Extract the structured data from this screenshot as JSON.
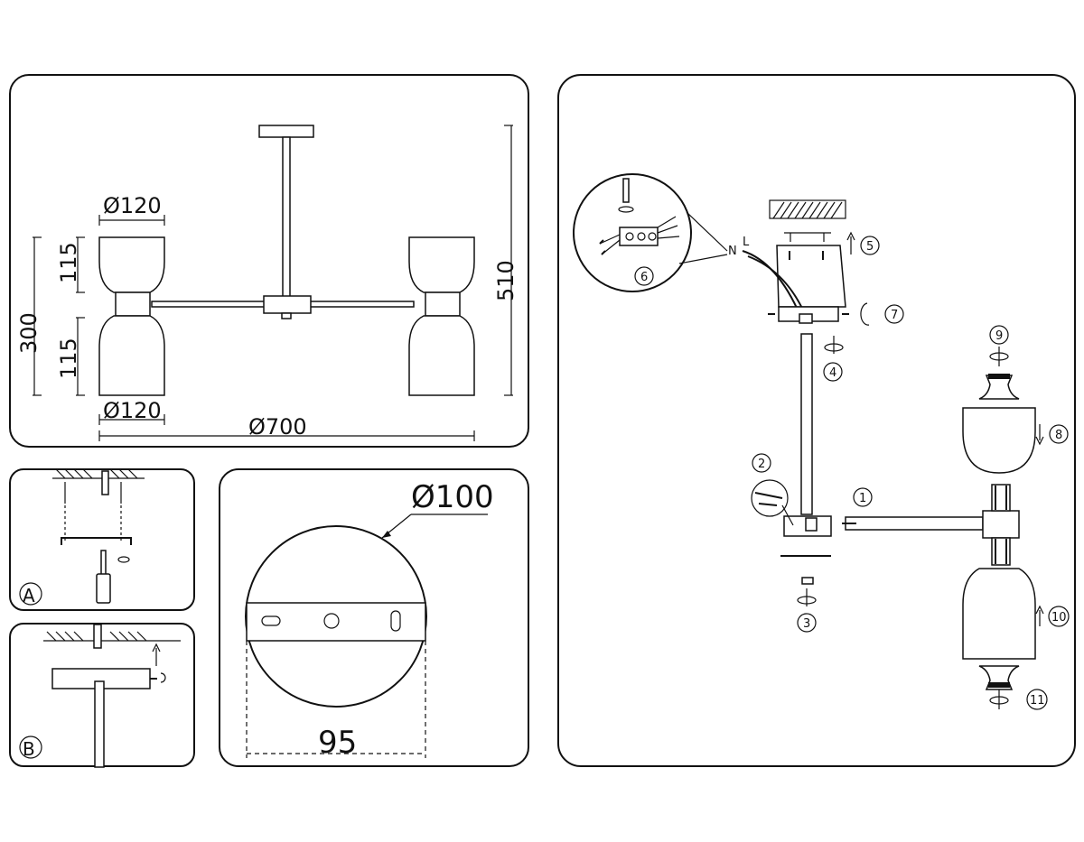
{
  "dimensions": {
    "shade_top_diameter": "Ø120",
    "shade_bottom_diameter": "Ø120",
    "span_diameter": "Ø700",
    "total_height": "510",
    "body_height": "300",
    "upper_shade_height": "115",
    "lower_shade_height": "115",
    "canopy_diameter": "Ø100",
    "mounting_bracket_width": "95"
  },
  "steps": {
    "panel_a": "A",
    "panel_b": "B",
    "wire_n": "N",
    "wire_l": "L",
    "numbers": [
      "1",
      "2",
      "3",
      "4",
      "5",
      "6",
      "7",
      "8",
      "9",
      "10",
      "11"
    ]
  }
}
